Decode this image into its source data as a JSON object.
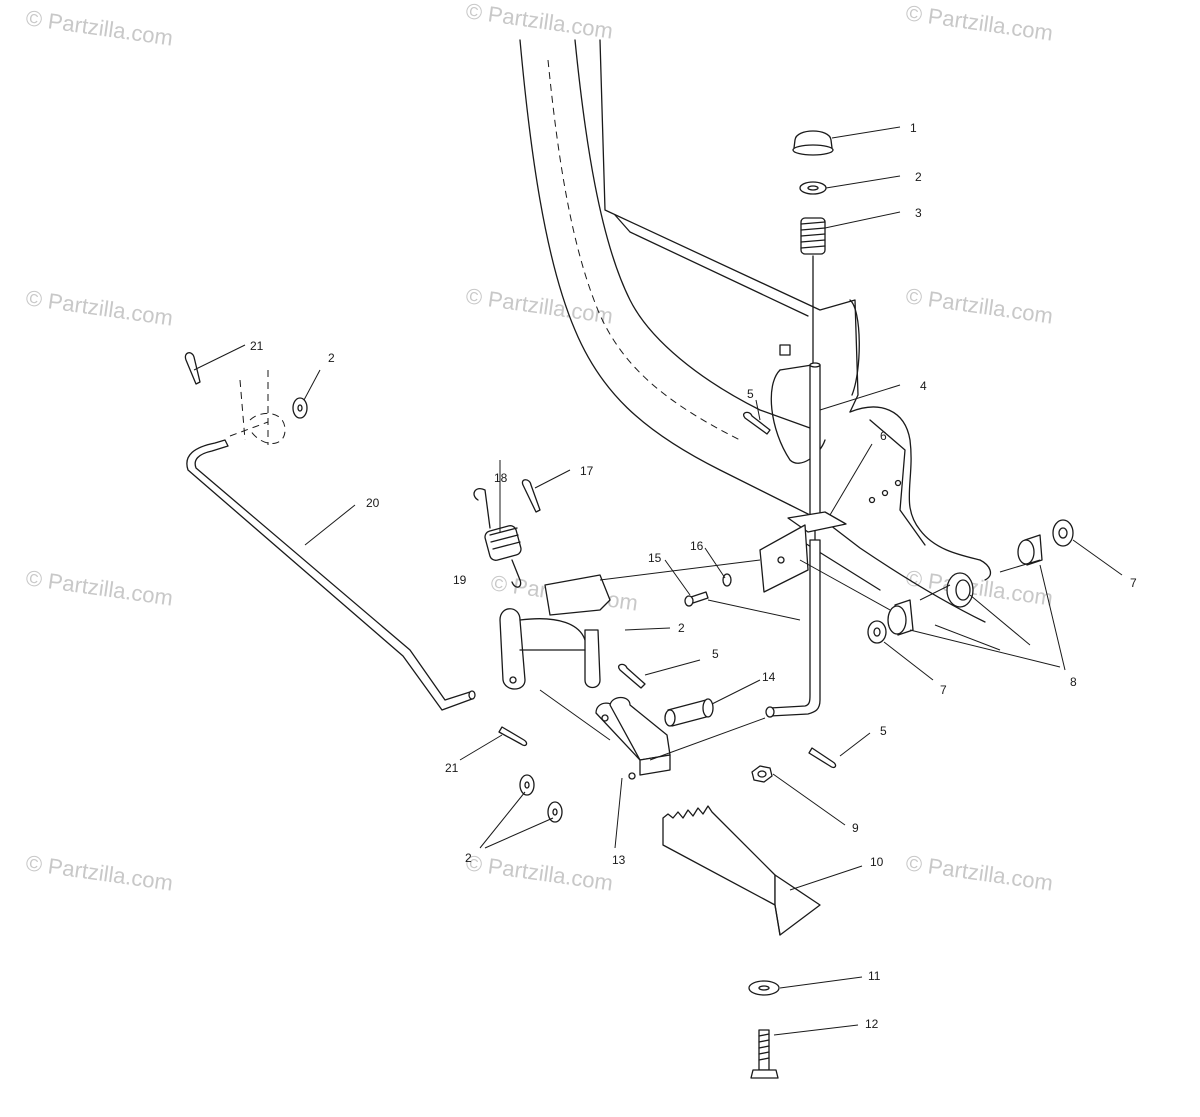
{
  "watermark_text": "© Partzilla.com",
  "callouts": {
    "c1": "1",
    "c2a": "2",
    "c3": "3",
    "c4": "4",
    "c5a": "5",
    "c6": "6",
    "c7a": "7",
    "c7b": "7",
    "c8": "8",
    "c9": "9",
    "c10": "10",
    "c11": "11",
    "c12": "12",
    "c13": "13",
    "c14": "14",
    "c5b": "5",
    "c5c": "5",
    "c15": "15",
    "c16": "16",
    "c2b": "2",
    "c17": "17",
    "c18": "18",
    "c19": "19",
    "c20": "20",
    "c21a": "21",
    "c2c": "2",
    "c21b": "21",
    "c2d": "2"
  }
}
